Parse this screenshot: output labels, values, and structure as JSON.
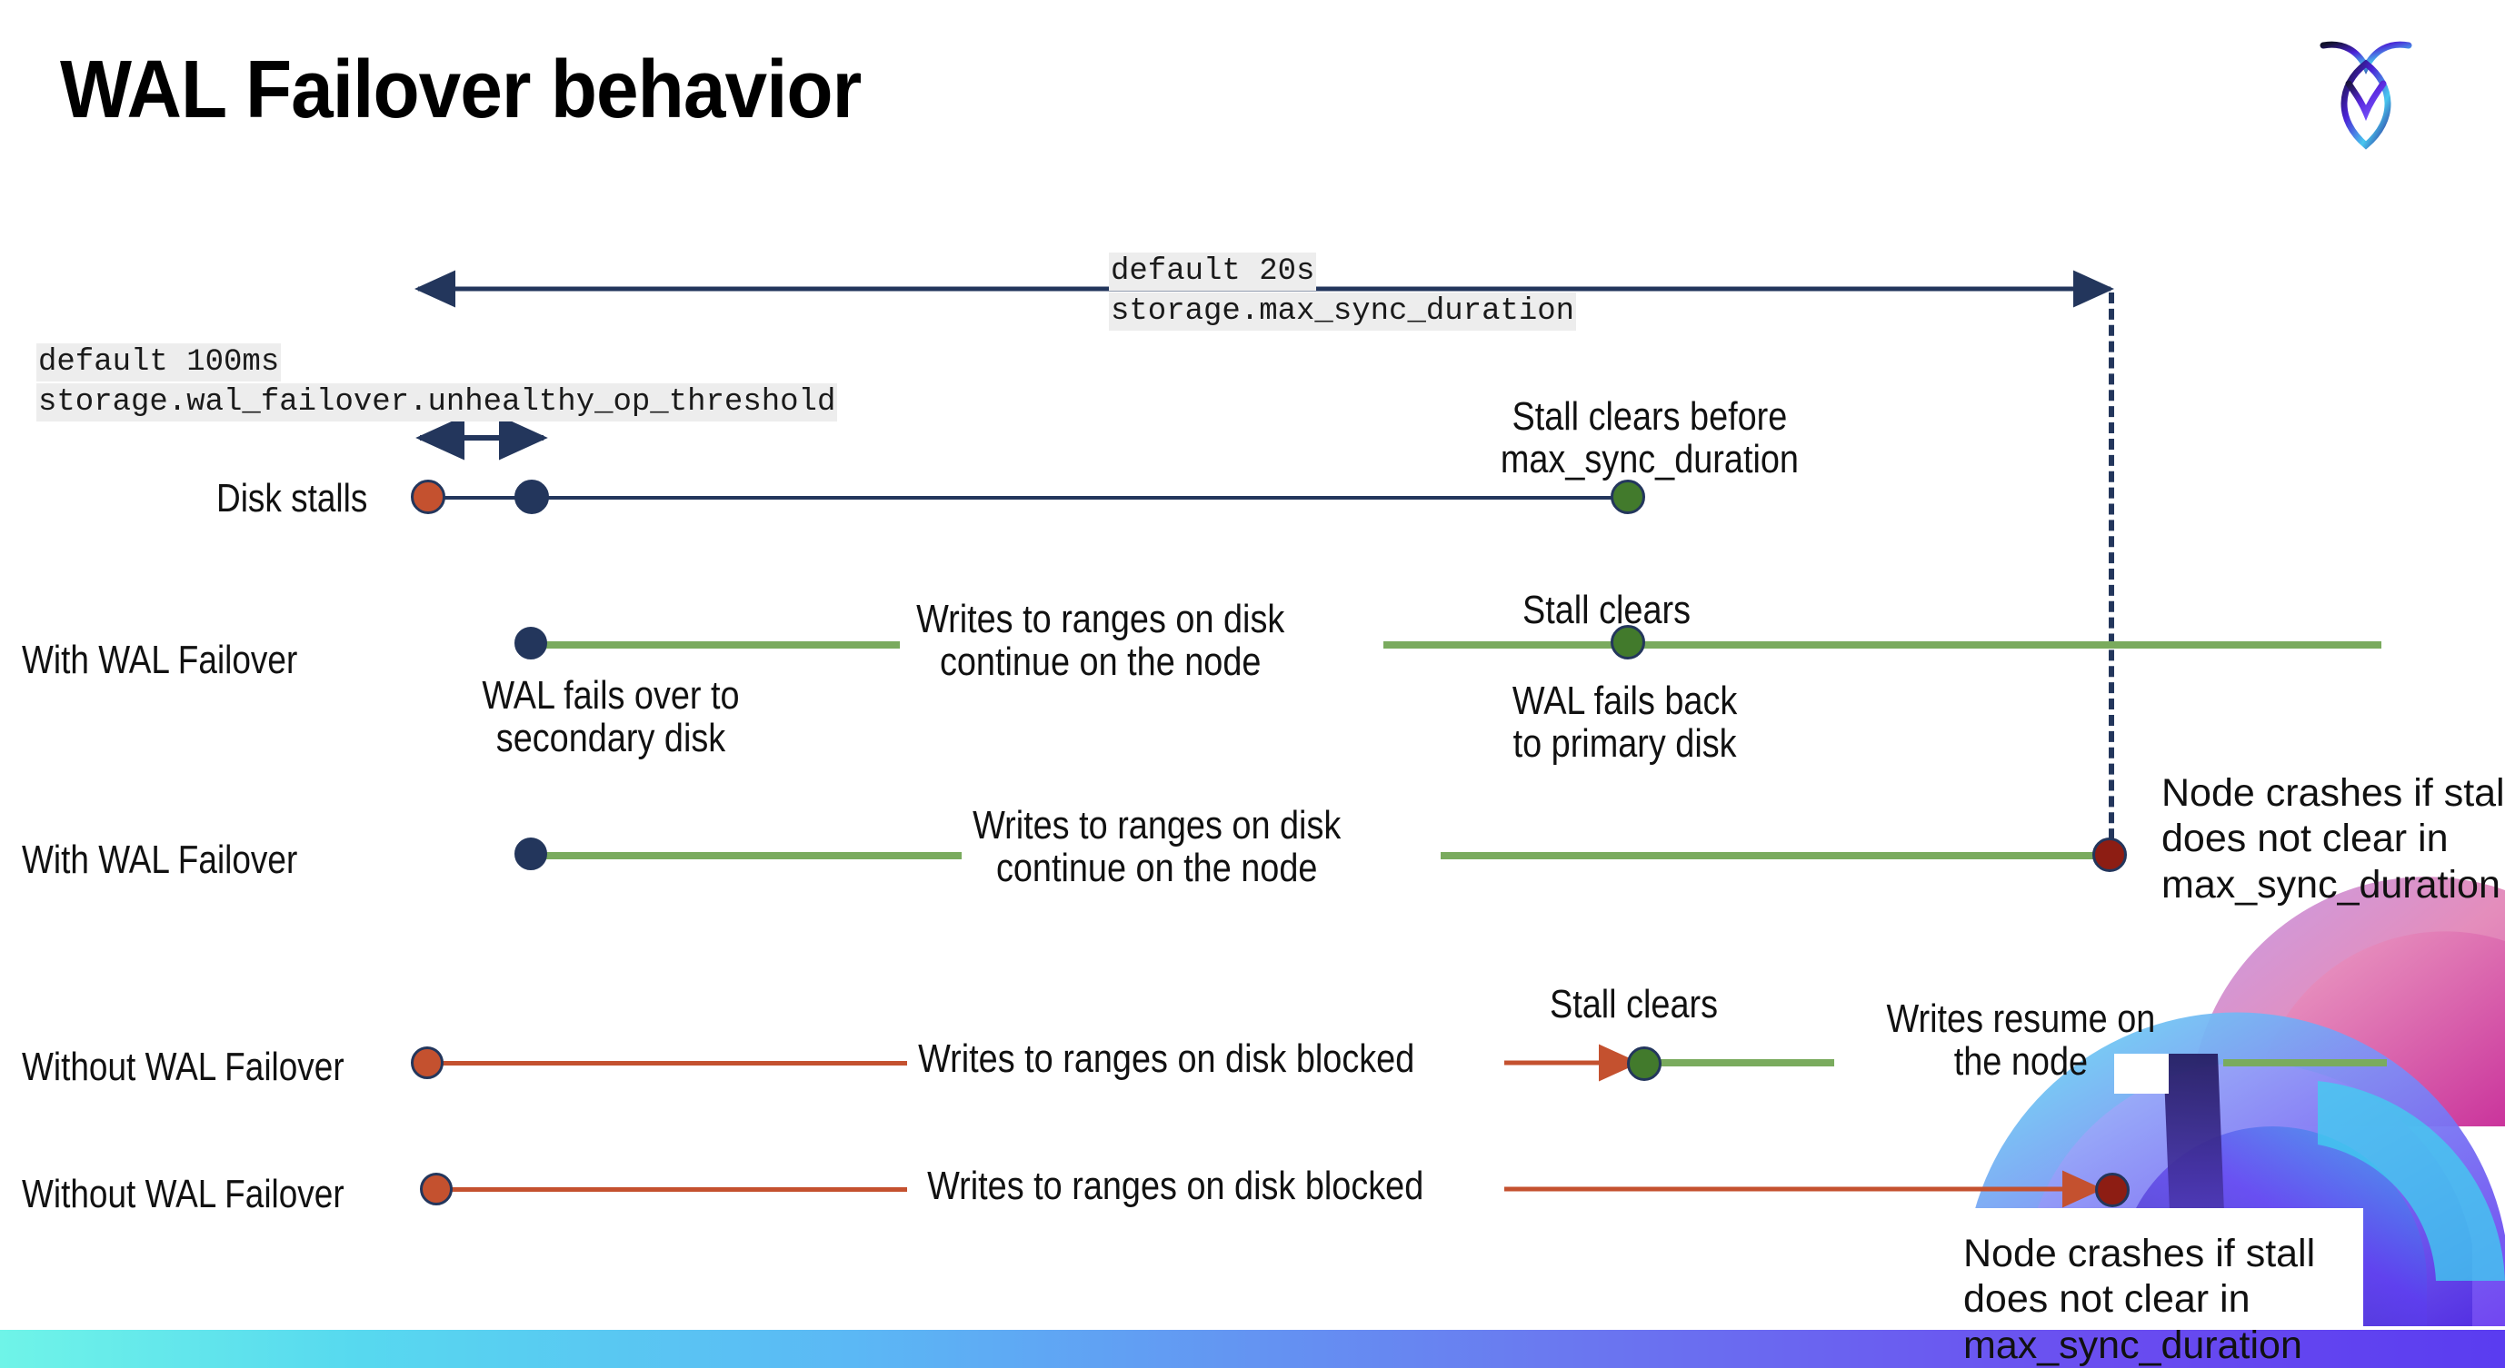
{
  "slide": {
    "title": "WAL Failover behavior",
    "logo_name": "cockroachdb-logo"
  },
  "top_scale": {
    "default_label": "default 20s",
    "setting_label": "storage.max_sync_duration"
  },
  "threshold_scale": {
    "default_label": "default 100ms",
    "setting_label": "storage.wal_failover.unhealthy_op_threshold"
  },
  "rows": [
    {
      "id": "disk-stalls",
      "label": "Disk stalls",
      "annotation": "Stall clears before\nmax_sync_duration"
    },
    {
      "id": "with-wal-failover-1",
      "label": "With WAL Failover",
      "start_note": "WAL fails over to\nsecondary disk",
      "mid_note": "Writes to ranges on disk\ncontinue on the node",
      "clear_note": "Stall clears",
      "end_note": "WAL fails  back\nto primary disk"
    },
    {
      "id": "with-wal-failover-2",
      "label": "With WAL Failover",
      "mid_note": "Writes to ranges on disk\ncontinue on the node",
      "crash_note": "Node crashes if stall\ndoes not clear in\nmax_sync_duration"
    },
    {
      "id": "without-wal-failover-1",
      "label": "Without WAL Failover",
      "mid_note": "Writes to ranges on disk  blocked",
      "clear_note": "Stall clears",
      "resume_note": "Writes resume on\nthe node"
    },
    {
      "id": "without-wal-failover-2",
      "label": "Without WAL Failover",
      "mid_note": "Writes to ranges on disk  blocked",
      "crash_note": "Node crashes if stall\ndoes not clear in\nmax_sync_duration"
    }
  ],
  "colors": {
    "navy": "#23365c",
    "green_line": "#7aab5e",
    "red_line": "#c4512f",
    "dot_red": "#c4512f",
    "dot_green": "#427a2c",
    "dot_dark_red": "#8d1d13",
    "code_bg": "#ededed"
  }
}
